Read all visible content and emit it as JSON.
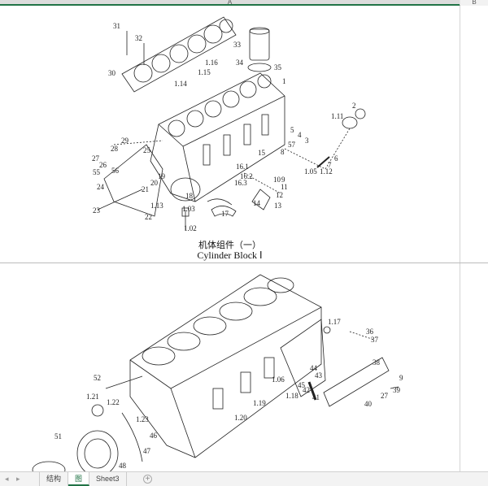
{
  "columns": [
    "A",
    "B"
  ],
  "figure1": {
    "caption_cn": "机体组件（一）",
    "caption_en": "Cylinder Block Ⅰ",
    "labels": [
      "31",
      "32",
      "30",
      "33",
      "34",
      "35",
      "1.16",
      "1.15",
      "1.14",
      "1",
      "2",
      "1.11",
      "5",
      "4",
      "3",
      "57",
      "8",
      "15",
      "6",
      "7",
      "1.05",
      "1.12",
      "29",
      "28",
      "27",
      "26",
      "56",
      "55",
      "25",
      "16.1",
      "16.2",
      "16.3",
      "10",
      "9",
      "11",
      "12",
      "14",
      "13",
      "24",
      "23",
      "20",
      "19",
      "21",
      "18",
      "1.13",
      "1.03",
      "22",
      "17",
      "1.02"
    ]
  },
  "figure2": {
    "labels": [
      "1.17",
      "36",
      "37",
      "38",
      "9",
      "44",
      "43",
      "1.06",
      "45",
      "42",
      "39",
      "41",
      "1.18",
      "27",
      "40",
      "52",
      "1.21",
      "1.22",
      "1.19",
      "1.23",
      "1.20",
      "46",
      "47",
      "51",
      "48"
    ]
  },
  "sheet_tabs": [
    "结构",
    "图",
    "Sheet3"
  ],
  "active_tab": "图",
  "colors": {
    "accent": "#217346"
  }
}
